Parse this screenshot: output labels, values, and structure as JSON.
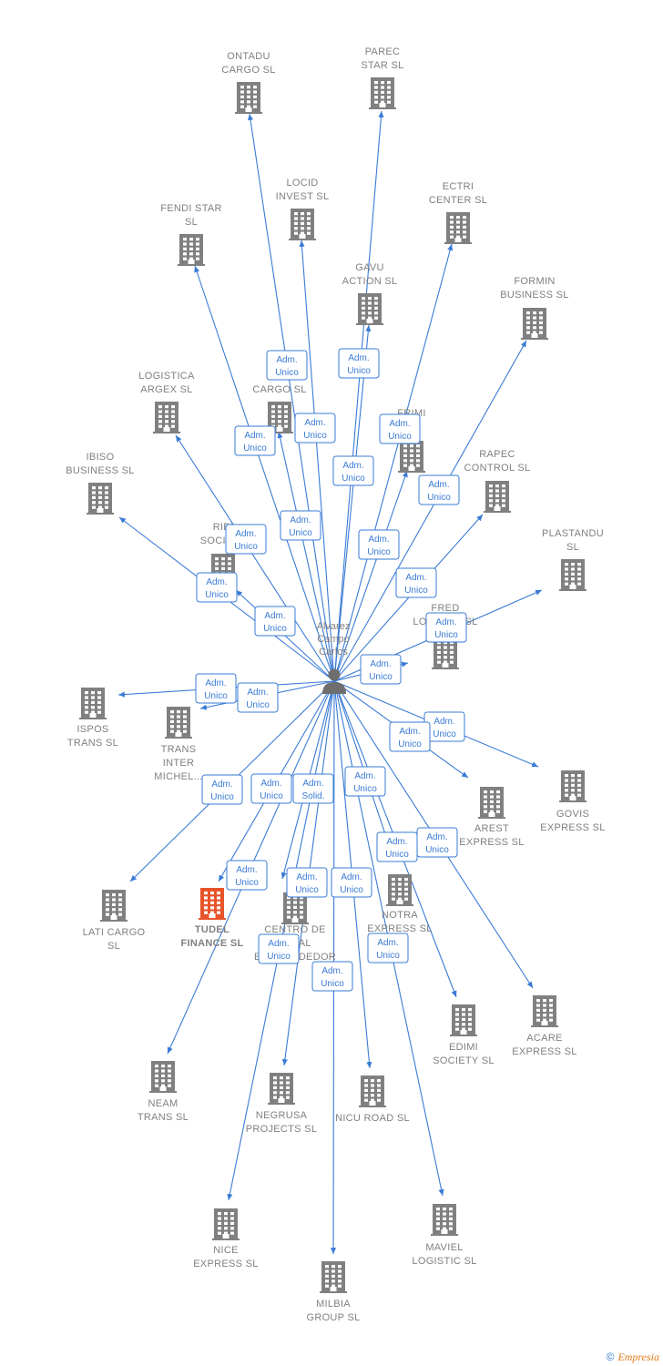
{
  "center": {
    "name": [
      "Alvarez",
      "Campo",
      "Carlos"
    ]
  },
  "nodes": [
    {
      "id": "ontadu",
      "label": [
        "ONTADU",
        "CARGO  SL"
      ],
      "hl": false
    },
    {
      "id": "parec",
      "label": [
        "PAREC",
        "STAR  SL"
      ],
      "hl": false
    },
    {
      "id": "locid",
      "label": [
        "LOCID",
        "INVEST  SL"
      ],
      "hl": false
    },
    {
      "id": "ectri",
      "label": [
        "ECTRI",
        "CENTER  SL"
      ],
      "hl": false
    },
    {
      "id": "fendi",
      "label": [
        "FENDI STAR",
        "SL"
      ],
      "hl": false
    },
    {
      "id": "gavu",
      "label": [
        "GAVU",
        "ACTION  SL"
      ],
      "hl": false
    },
    {
      "id": "formin",
      "label": [
        "FORMIN",
        "BUSINESS  SL"
      ],
      "hl": false
    },
    {
      "id": "mcargo",
      "label": [
        "M...",
        "CARGO  SL"
      ],
      "hl": false
    },
    {
      "id": "logistica",
      "label": [
        "LOGISTICA",
        "ARGEX  SL"
      ],
      "hl": false
    },
    {
      "id": "frimi",
      "label": [
        "FRIMI",
        "SL"
      ],
      "hl": false
    },
    {
      "id": "rapec",
      "label": [
        "RAPEC",
        "CONTROL  SL"
      ],
      "hl": false
    },
    {
      "id": "ibiso",
      "label": [
        "IBISO",
        "BUSINESS  SL"
      ],
      "hl": false
    },
    {
      "id": "ribi",
      "label": [
        "RIBI",
        "SOCIETY"
      ],
      "hl": false
    },
    {
      "id": "plastandu",
      "label": [
        "PLASTANDU",
        "SL"
      ],
      "hl": false
    },
    {
      "id": "fred",
      "label": [
        "FRED",
        "LOGISTIC  SL"
      ],
      "hl": false
    },
    {
      "id": "ispos",
      "label": [
        "ISPOS",
        "TRANS  SL"
      ],
      "hl": false
    },
    {
      "id": "transinter",
      "label": [
        "TRANS",
        "INTER",
        "MICHEL..."
      ],
      "hl": false
    },
    {
      "id": "govis",
      "label": [
        "GOVIS",
        "EXPRESS  SL"
      ],
      "hl": false
    },
    {
      "id": "arest",
      "label": [
        "AREST",
        "EXPRESS  SL"
      ],
      "hl": false
    },
    {
      "id": "laticargo",
      "label": [
        "LATI CARGO",
        "SL"
      ],
      "hl": false
    },
    {
      "id": "tudel",
      "label": [
        "TUDEL",
        "FINANCE  SL"
      ],
      "hl": true
    },
    {
      "id": "centro",
      "label": [
        "CENTRO DE",
        "...O AL",
        "EMPRENDEDOR"
      ],
      "hl": false
    },
    {
      "id": "notra",
      "label": [
        "NOTRA",
        "EXPRESS  SL"
      ],
      "hl": false
    },
    {
      "id": "acare",
      "label": [
        "ACARE",
        "EXPRESS  SL"
      ],
      "hl": false
    },
    {
      "id": "edimi",
      "label": [
        "EDIMI",
        "SOCIETY  SL"
      ],
      "hl": false
    },
    {
      "id": "neam",
      "label": [
        "NEAM",
        "TRANS  SL"
      ],
      "hl": false
    },
    {
      "id": "negrusa",
      "label": [
        "NEGRUSA",
        "PROJECTS  SL"
      ],
      "hl": false
    },
    {
      "id": "nicuroad",
      "label": [
        "NICU ROAD  SL"
      ],
      "hl": false
    },
    {
      "id": "nice",
      "label": [
        "NICE",
        "EXPRESS  SL"
      ],
      "hl": false
    },
    {
      "id": "maviel",
      "label": [
        "MAVIEL",
        "LOGISTIC  SL"
      ],
      "hl": false
    },
    {
      "id": "milbia",
      "label": [
        "MILBIA",
        "GROUP  SL"
      ],
      "hl": false
    }
  ],
  "edges": [
    {
      "to": "ontadu",
      "label": [
        "Adm.",
        "Unico"
      ]
    },
    {
      "to": "parec",
      "label": [
        "Adm.",
        "Unico"
      ]
    },
    {
      "to": "locid",
      "label": [
        "Adm.",
        "Unico"
      ]
    },
    {
      "to": "ectri",
      "label": [
        "Adm.",
        "Unico"
      ]
    },
    {
      "to": "fendi",
      "label": [
        "Adm.",
        "Unico"
      ]
    },
    {
      "to": "gavu",
      "label": [
        "Adm.",
        "Unico"
      ]
    },
    {
      "to": "formin",
      "label": [
        "Adm.",
        "Unico"
      ]
    },
    {
      "to": "mcargo",
      "label": [
        "Adm.",
        "Unico"
      ]
    },
    {
      "to": "logistica",
      "label": [
        "Adm.",
        "Unico"
      ]
    },
    {
      "to": "frimi",
      "label": [
        "Adm.",
        "Unico"
      ]
    },
    {
      "to": "rapec",
      "label": [
        "Adm.",
        "Unico"
      ]
    },
    {
      "to": "ibiso",
      "label": [
        "Adm.",
        "Unico"
      ]
    },
    {
      "to": "ribi",
      "label": [
        "Adm.",
        "Unico"
      ]
    },
    {
      "to": "plastandu",
      "label": [
        "Adm.",
        "Unico"
      ]
    },
    {
      "to": "fred",
      "label": [
        "Adm.",
        "Unico"
      ]
    },
    {
      "to": "ispos",
      "label": [
        "Adm.",
        "Unico"
      ]
    },
    {
      "to": "transinter",
      "label": [
        "Adm.",
        "Unico"
      ]
    },
    {
      "to": "govis",
      "label": [
        "Adm.",
        "Unico"
      ]
    },
    {
      "to": "arest",
      "label": [
        "Adm.",
        "Unico"
      ]
    },
    {
      "to": "laticargo",
      "label": [
        "Adm.",
        "Unico"
      ]
    },
    {
      "to": "tudel",
      "label": [
        "Adm.",
        "Unico"
      ]
    },
    {
      "to": "centro",
      "label": [
        "Adm.",
        "Solid."
      ]
    },
    {
      "to": "notra",
      "label": [
        "Adm.",
        "Unico"
      ]
    },
    {
      "to": "acare",
      "label": [
        "Adm.",
        "Unico"
      ]
    },
    {
      "to": "edimi",
      "label": [
        "Adm.",
        "Unico"
      ]
    },
    {
      "to": "neam",
      "label": [
        "Adm.",
        "Unico"
      ]
    },
    {
      "to": "negrusa",
      "label": [
        "Adm.",
        "Unico"
      ]
    },
    {
      "to": "nicuroad",
      "label": [
        "Adm.",
        "Unico"
      ]
    },
    {
      "to": "nice",
      "label": [
        "Adm.",
        "Unico"
      ]
    },
    {
      "to": "maviel",
      "label": [
        "Adm.",
        "Unico"
      ]
    },
    {
      "to": "milbia",
      "label": [
        "Adm.",
        "Unico"
      ]
    }
  ],
  "footer": {
    "copyright": "©",
    "brand": "Empresia"
  },
  "colors": {
    "edge": "#3a7bd5",
    "building": "#808080",
    "highlight": "#e8542a",
    "person": "#6e6e6e"
  }
}
